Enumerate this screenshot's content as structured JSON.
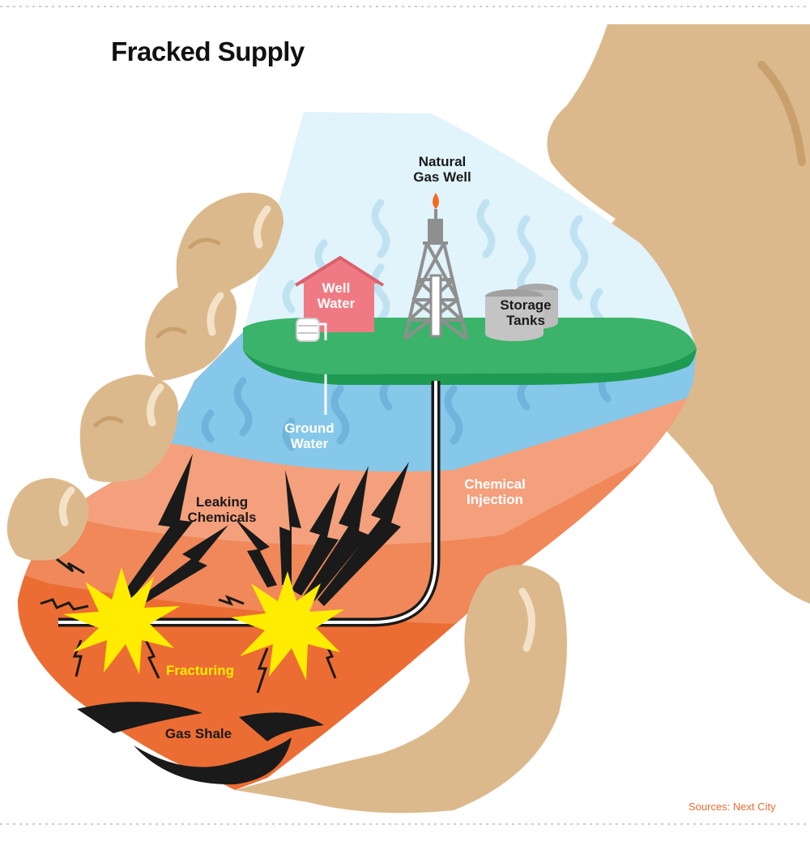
{
  "title": "Fracked Supply",
  "source": "Sources: Next City",
  "labels": {
    "natural_gas_well": "Natural\nGas Well",
    "well_water": "Well\nWater",
    "storage_tanks": "Storage\nTanks",
    "ground_water": "Ground\nWater",
    "chemical_injection": "Chemical\nInjection",
    "leaking_chemicals": "Leaking\nChemicals",
    "fracturing": "Fracturing",
    "gas_shale": "Gas Shale"
  },
  "colors": {
    "sky": "#e1f3fb",
    "grass": "#3bb36a",
    "grass_dark": "#1f9a52",
    "ground_water": "#86c8ea",
    "upper_rock": "#f4a07c",
    "mid_rock": "#f0885a",
    "shale_rock": "#ec6d33",
    "skin": "#dcb98c",
    "skin_shadow": "#c9a06c",
    "house": "#f07a84",
    "tank": "#bcbcbc",
    "derrick": "#8f8f8f",
    "flame": "#f26b21",
    "burst": "#ffec00",
    "source_text": "#ee6a2f"
  },
  "icons": [
    "flame-icon",
    "derrick-icon",
    "house-icon",
    "storage-tank-icon",
    "water-tank-icon"
  ]
}
